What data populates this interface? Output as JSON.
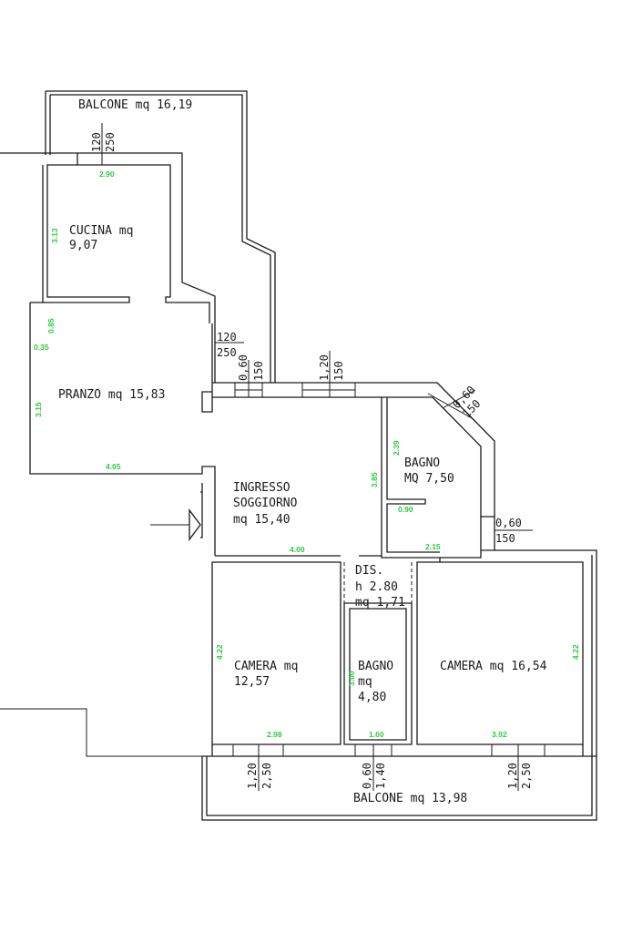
{
  "rooms": {
    "balcone_top": "BALCONE mq 16,19",
    "cucina_1": "CUCINA mq",
    "cucina_2": "9,07",
    "pranzo": "PRANZO mq 15,83",
    "ingresso_1": "INGRESSO",
    "ingresso_2": "SOGGIORNO",
    "ingresso_3": "mq 15,40",
    "bagno_big_1": "BAGNO",
    "bagno_big_2": "MQ 7,50",
    "dis_1": "DIS.",
    "dis_2": "h 2.80",
    "dis_3": "mq 1,71",
    "camera_left_1": "CAMERA mq",
    "camera_left_2": "12,57",
    "bagno_small_1": "BAGNO",
    "bagno_small_2": "mq",
    "bagno_small_3": "4,80",
    "camera_right": "CAMERA mq 16,54",
    "balcone_bottom": "BALCONE mq 13,98"
  },
  "openings": {
    "balcone_top_w": "120",
    "balcone_top_h": "250",
    "pranzo_door_w": "120",
    "pranzo_door_h": "250",
    "ingr_win1_w": "0,60",
    "ingr_win1_h": "150",
    "ingr_win2_w": "1,20",
    "ingr_win2_h": "150",
    "bagno_win_w": "0,60",
    "bagno_win_h": "150",
    "right_win_w": "0,60",
    "right_win_h": "150",
    "bot_left_w": "1,20",
    "bot_left_h": "2,50",
    "bot_mid_w": "0,60",
    "bot_mid_h": "1,40",
    "bot_right_w": "1,20",
    "bot_right_h": "2,50"
  },
  "measures": {
    "cucina_width": "2.90",
    "cucina_height": "3.13",
    "pranzo_top": "0.85",
    "pranzo_step": "0.35",
    "pranzo_height": "3.15",
    "pranzo_width": "4.05",
    "bagno_height": "2.39",
    "ingresso_depth": "3.85",
    "bagno_niche": "0.90",
    "bagno_bottom": "2.15",
    "ingresso_width": "4.00",
    "camera_left_height": "4.22",
    "bagno_small_height": "3.00",
    "camera_right_height": "4.22",
    "camera_left_width": "2.98",
    "bagno_small_width": "1.60",
    "camera_right_width": "3.92"
  }
}
